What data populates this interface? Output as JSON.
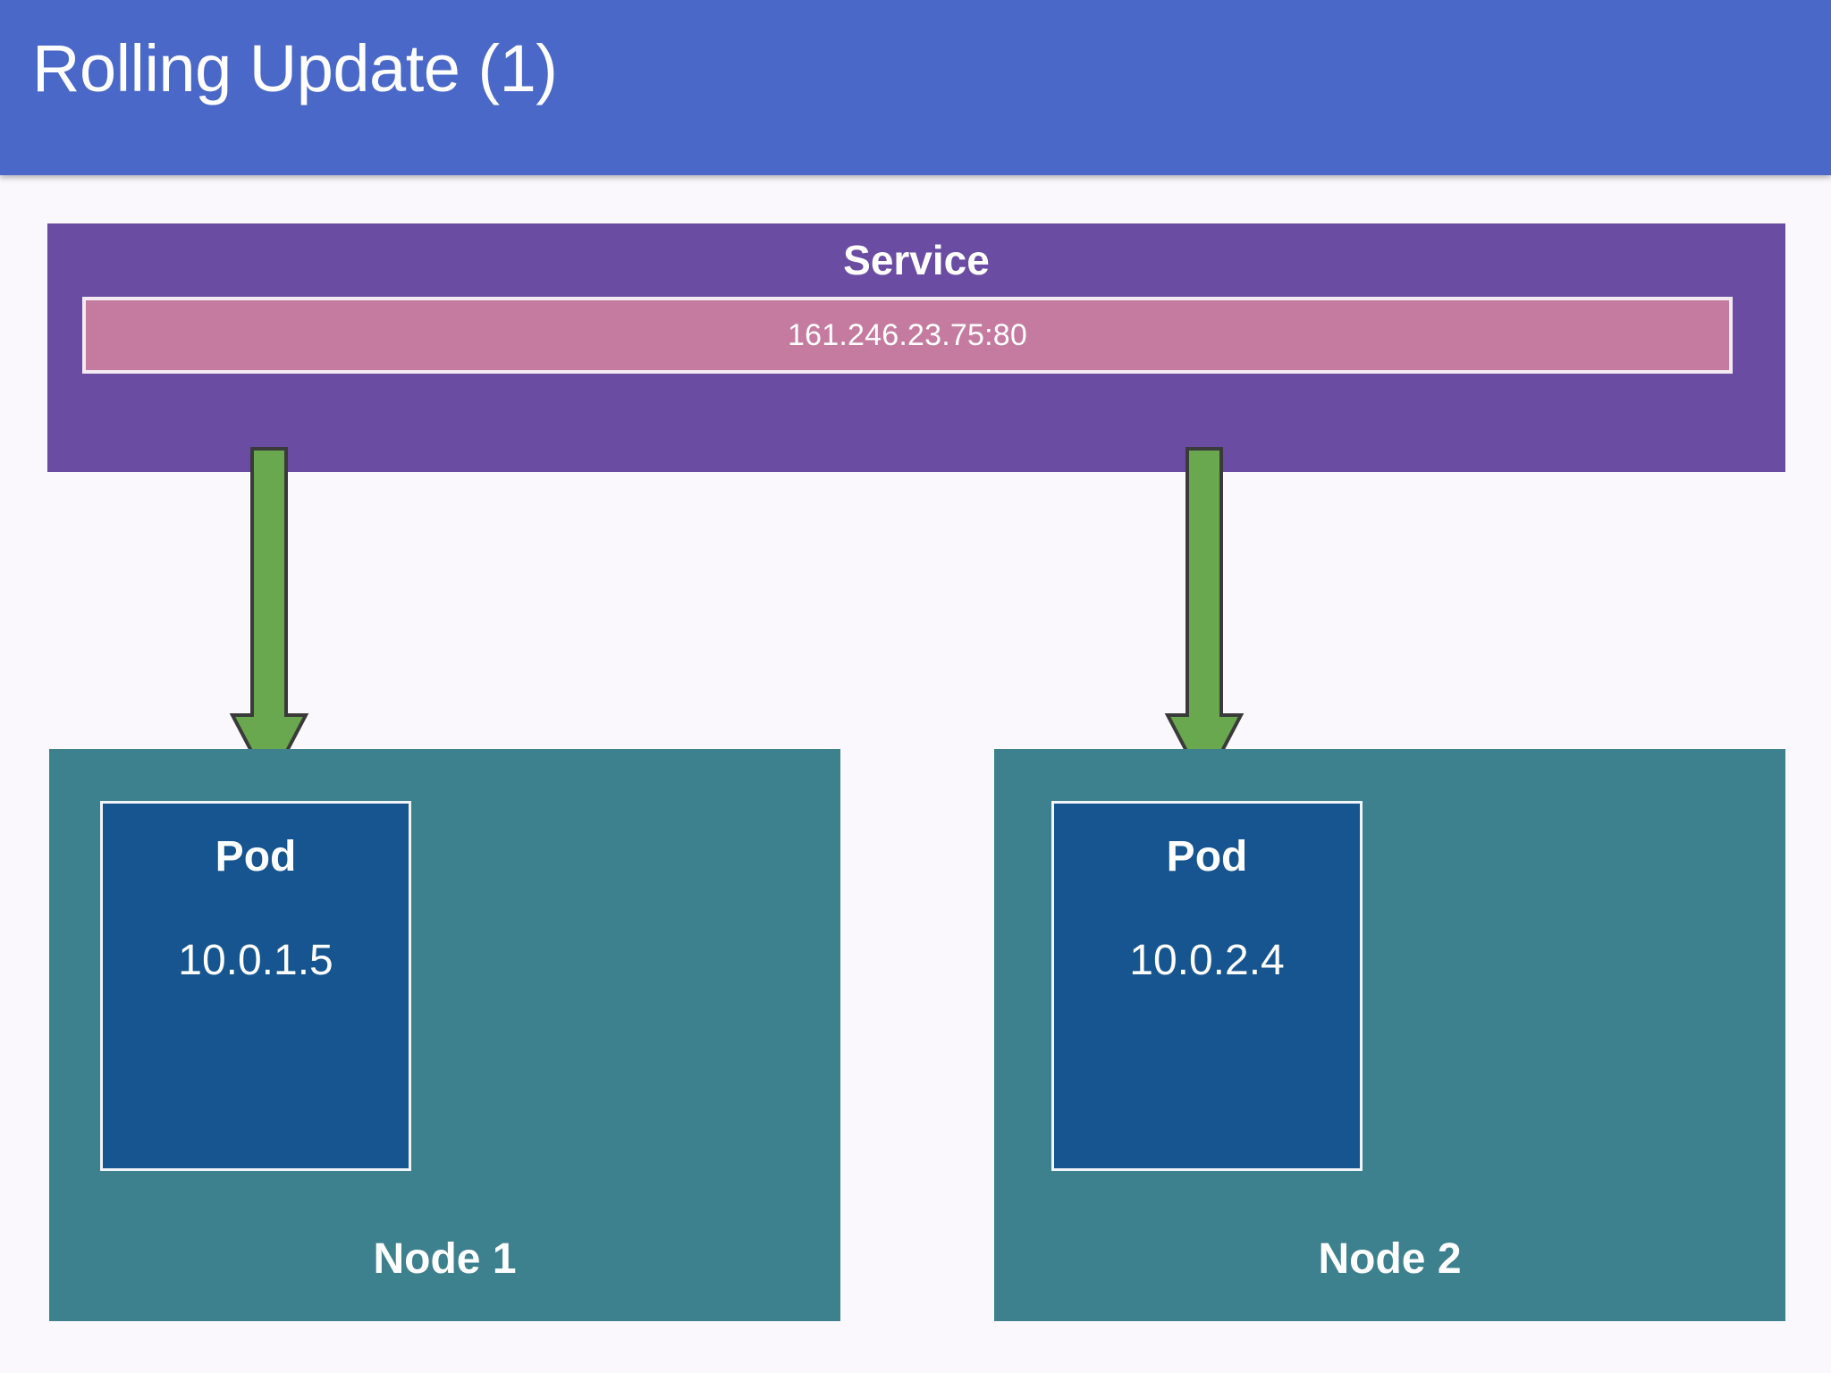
{
  "header": {
    "title": "Rolling Update (1)",
    "bg_color": "#4a68c8",
    "text_color": "#ffffff"
  },
  "diagram": {
    "background_color": "#faf8fc",
    "service": {
      "label": "Service",
      "ip_value": "161.246.23.75:80",
      "box_color": "#6a4ca3",
      "ip_box_color": "#c57ba0",
      "border_color": "#f3eaf2"
    },
    "arrows": [
      {
        "name": "service-to-node-1",
        "direction": "down",
        "fill_color": "#6aa84f",
        "stroke_color": "#3a3a3a"
      },
      {
        "name": "service-to-node-2",
        "direction": "down",
        "fill_color": "#6aa84f",
        "stroke_color": "#3a3a3a"
      }
    ],
    "nodes": [
      {
        "label": "Node 1",
        "box_color": "#3d808e",
        "pod": {
          "label": "Pod",
          "ip_value": "10.0.1.5",
          "box_color": "#16558f",
          "border_color": "#f1f4f8"
        }
      },
      {
        "label": "Node 2",
        "box_color": "#3d808e",
        "pod": {
          "label": "Pod",
          "ip_value": "10.0.2.4",
          "box_color": "#16558f",
          "border_color": "#f1f4f8"
        }
      }
    ]
  }
}
